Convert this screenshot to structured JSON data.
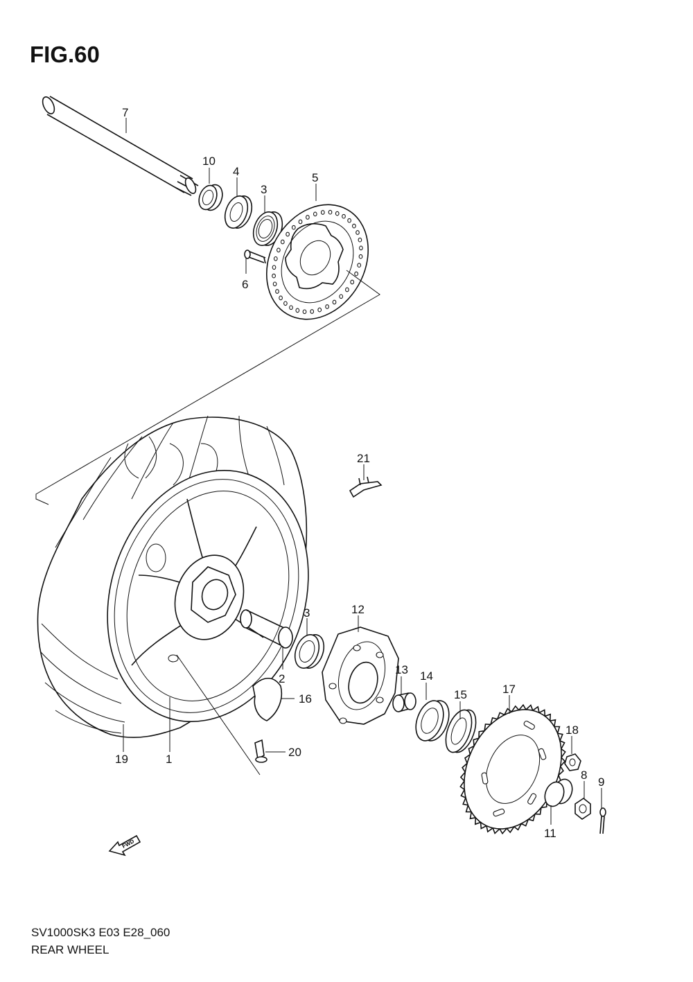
{
  "figure": {
    "title": "FIG.60"
  },
  "callouts": {
    "p1": "1",
    "p2": "2",
    "p3a": "3",
    "p3b": "3",
    "p4": "4",
    "p5": "5",
    "p6": "6",
    "p7": "7",
    "p8": "8",
    "p9": "9",
    "p10": "10",
    "p11": "11",
    "p12": "12",
    "p13": "13",
    "p14": "14",
    "p15": "15",
    "p16": "16",
    "p17": "17",
    "p18": "18",
    "p19": "19",
    "p20": "20",
    "p21": "21"
  },
  "direction_arrow": {
    "label": "FWD"
  },
  "footer": {
    "model_code": "SV1000SK3 E03 E28_060",
    "section_name": "REAR WHEEL"
  }
}
